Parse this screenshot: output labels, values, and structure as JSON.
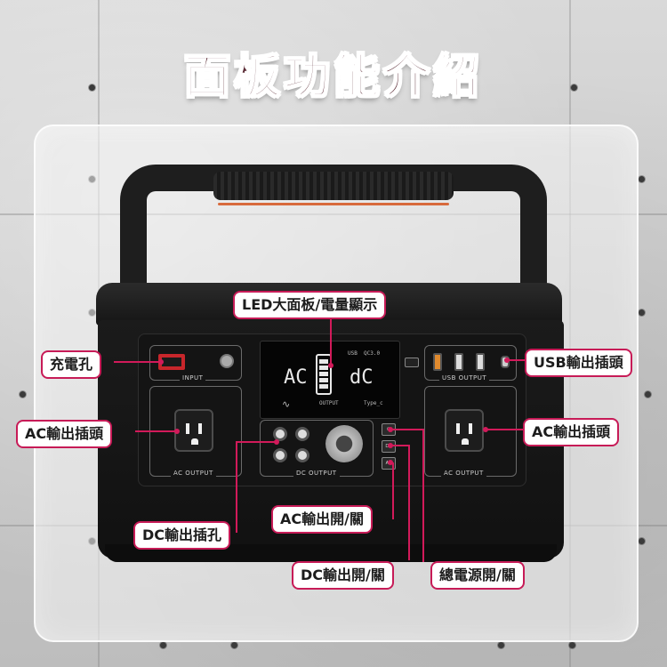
{
  "title": "面板功能介紹",
  "device": {
    "input_label": "INPUT",
    "usb_output_label": "USB OUTPUT",
    "ac_output_label_left": "AC OUTPUT",
    "dc_output_label": "DC OUTPUT",
    "ac_output_label_right": "AC OUTPUT",
    "lcd": {
      "left_text": "AC",
      "right_text": "dC",
      "usb": "USB",
      "qc": "QC3.0",
      "output": "OUTPUT",
      "type_c": "Type_c"
    },
    "switches": [
      "⏻",
      "DC",
      "AC"
    ]
  },
  "callouts": {
    "led_panel": "LED大面板/電量顯示",
    "charging_port": "充電孔",
    "usb_output": "USB輸出插頭",
    "ac_output_left": "AC輸出插頭",
    "ac_output_right": "AC輸出插頭",
    "dc_output": "DC輸出插孔",
    "ac_switch": "AC輸出開/關",
    "dc_switch": "DC輸出開/關",
    "power_switch": "總電源開/關"
  },
  "colors": {
    "title_fill": "#5a2b35",
    "callout_border": "#c71b57",
    "leader_line": "#d21a5a",
    "device_body": "#141414"
  }
}
